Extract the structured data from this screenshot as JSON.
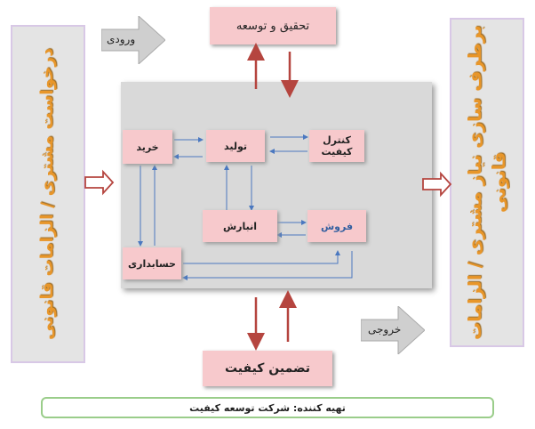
{
  "left_panel_text": "درخواست مشتری / الزامات قانونی",
  "right_panel_text": "برطرف سازی نیاز مشتری / الزامات قانونی",
  "top_box": "تحقیق و توسعه",
  "bottom_box": "تضمین کیفیت",
  "input_label": "ورودی",
  "output_label": "خروجی",
  "nodes": {
    "purchase": "خرید",
    "production": "تولید",
    "quality_control": "کنترل کیفیت",
    "warehouse": "انبارش",
    "sales": "فروش",
    "accounting": "حسابداری"
  },
  "footer": "تهیه کننده: شرکت توسعه کیفیت",
  "colors": {
    "pink_box": "#f7c9cc",
    "panel": "#d9d9d9",
    "side_text": "#e8962a",
    "red_arrow": "#b5453f",
    "blue_line": "#4a78c0",
    "footer_border": "#9acd8a"
  }
}
